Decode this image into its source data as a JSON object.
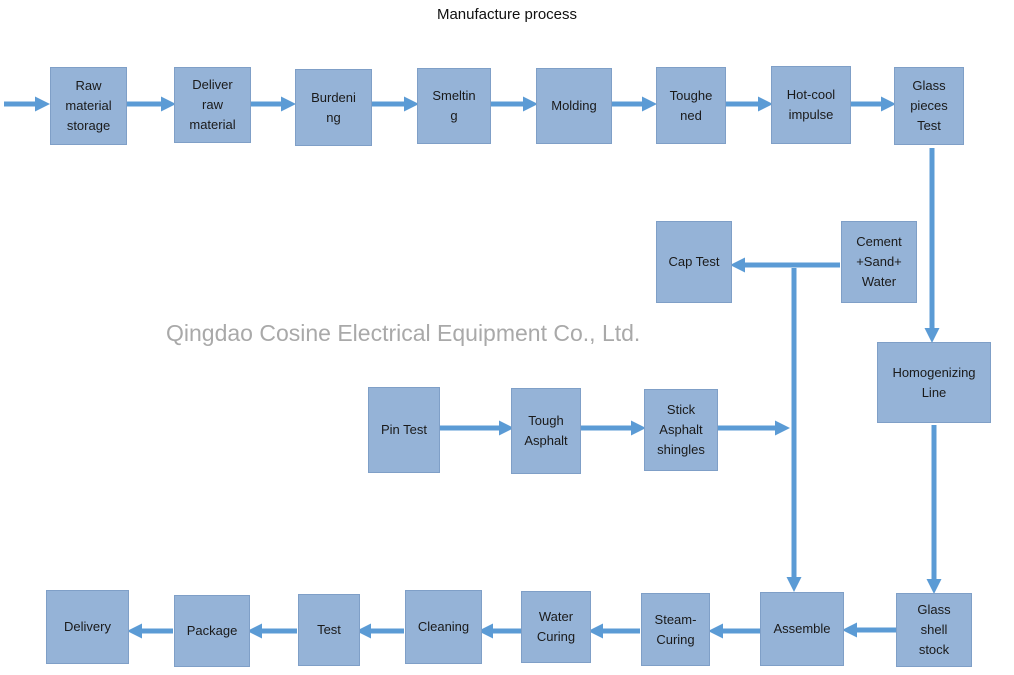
{
  "title": "Manufacture process",
  "watermark": "Qingdao Cosine Electrical Equipment Co., Ltd.",
  "colors": {
    "box_fill": "#95b3d7",
    "box_border": "#7f9fc7",
    "arrow": "#5b9bd5",
    "watermark": "#a9a9a9"
  },
  "nodes": {
    "raw-material-storage": "Raw\nmaterial\nstorage",
    "deliver-raw-material": "Deliver\nraw\nmaterial",
    "burdening": "Burdeni\nng",
    "smelting": "Smeltin\ng",
    "molding": "Molding",
    "toughened": "Toughe\nned",
    "hot-cool-impulse": "Hot-cool\nimpulse",
    "glass-pieces-test": "Glass\npieces\nTest",
    "cap-test": "Cap Test",
    "cement-sand-water": "Cement\n+Sand+\nWater",
    "homogenizing-line": "Homogenizing\nLine",
    "pin-test": "Pin Test",
    "tough-asphalt": "Tough\nAsphalt",
    "stick-asphalt-shingles": "Stick\nAsphalt\nshingles",
    "glass-shell-stock": "Glass\nshell\nstock",
    "assemble": "Assemble",
    "steam-curing": "Steam-\nCuring",
    "water-curing": "Water\nCuring",
    "cleaning": "Cleaning",
    "test": "Test",
    "package": "Package",
    "delivery": "Delivery"
  }
}
